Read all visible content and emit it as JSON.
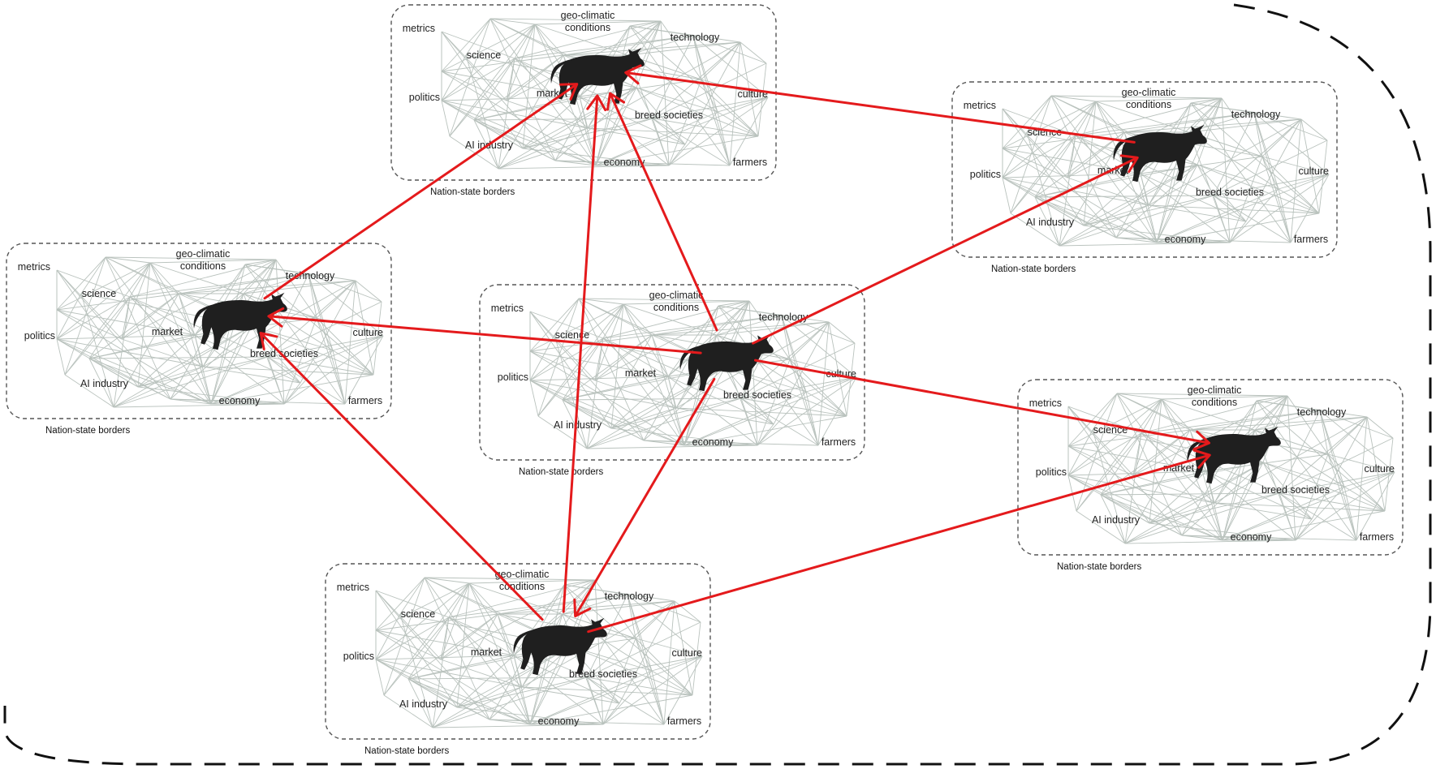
{
  "terms": {
    "metrics": "metrics",
    "geo1": "geo-climatic",
    "geo2": "conditions",
    "technology": "technology",
    "science": "science",
    "politics": "politics",
    "market": "market",
    "culture": "culture",
    "breed": "breed societies",
    "ai": "AI industry",
    "economy": "economy",
    "farmers": "farmers"
  },
  "border_label": "Nation-state borders",
  "panels": [
    {
      "id": "top-center"
    },
    {
      "id": "right-upper"
    },
    {
      "id": "left"
    },
    {
      "id": "center"
    },
    {
      "id": "right-lower"
    },
    {
      "id": "bottom"
    }
  ],
  "flows": [
    {
      "from": "left",
      "to": "top-center"
    },
    {
      "from": "bottom",
      "to": "top-center"
    },
    {
      "from": "center",
      "to": "top-center"
    },
    {
      "from": "right-upper",
      "to": "top-center"
    },
    {
      "from": "center",
      "to": "right-upper"
    },
    {
      "from": "center",
      "to": "left"
    },
    {
      "from": "center",
      "to": "right-lower"
    },
    {
      "from": "center",
      "to": "bottom"
    },
    {
      "from": "bottom",
      "to": "left"
    },
    {
      "from": "bottom",
      "to": "right-lower"
    }
  ],
  "colors": {
    "flow_arrow": "#e41a1c",
    "web_lines": "#b9c2bd",
    "cattle": "#1f1f1f",
    "panel_border": "#555555",
    "outer_border": "#111111"
  },
  "icons": {
    "cattle": "bull-icon",
    "flow": "arrow-icon"
  }
}
